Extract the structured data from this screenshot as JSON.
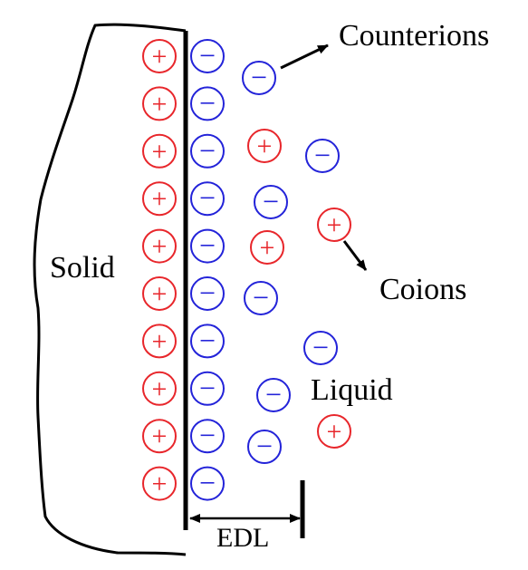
{
  "labels": {
    "solid": "Solid",
    "liquid": "Liquid",
    "counterions": "Counterions",
    "coions": "Coions",
    "edl": "EDL"
  },
  "symbols": {
    "positive": "+",
    "negative": "−"
  },
  "colors": {
    "positive": "#e8262b",
    "negative": "#2323d9",
    "ink": "#000000"
  },
  "charges": {
    "surface_positive_count": 10,
    "adsorbed_negative_count": 10,
    "diffuse_negative_count": 7,
    "diffuse_positive_count": 4
  }
}
